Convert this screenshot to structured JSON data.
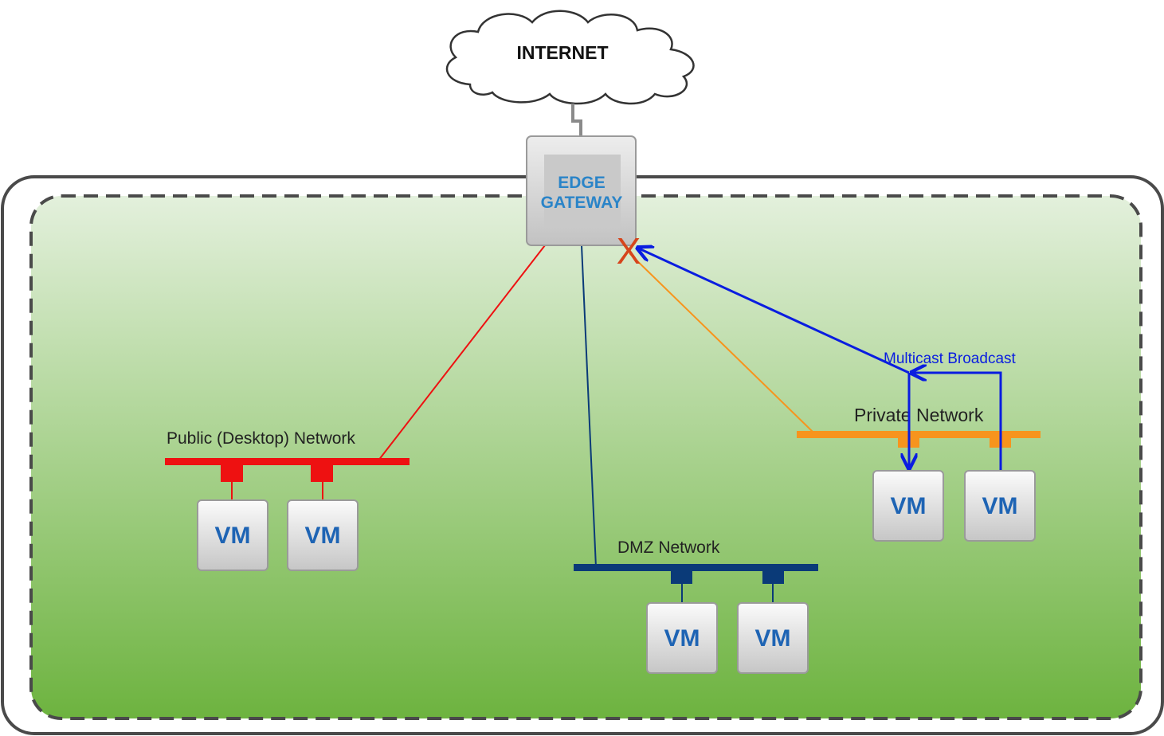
{
  "internet": {
    "label": "INTERNET"
  },
  "edge_gateway": {
    "line1": "EDGE",
    "line2": "GATEWAY"
  },
  "networks": {
    "public": {
      "label": "Public (Desktop) Network",
      "color": "#ee1111"
    },
    "dmz": {
      "label": "DMZ Network",
      "color": "#0a3a78"
    },
    "private": {
      "label": "Private Network",
      "color": "#f7941d"
    }
  },
  "vm_label": "VM",
  "multicast": {
    "label": "Multicast Broadcast",
    "color": "#0a1de0"
  },
  "blocked_marker": {
    "symbol": "X",
    "color": "#d6451c"
  },
  "colors": {
    "zone_top": "#e3f0dc",
    "zone_bottom": "#6db33f",
    "vm_text": "#1e64b4",
    "gateway_text": "#2a84c8"
  }
}
